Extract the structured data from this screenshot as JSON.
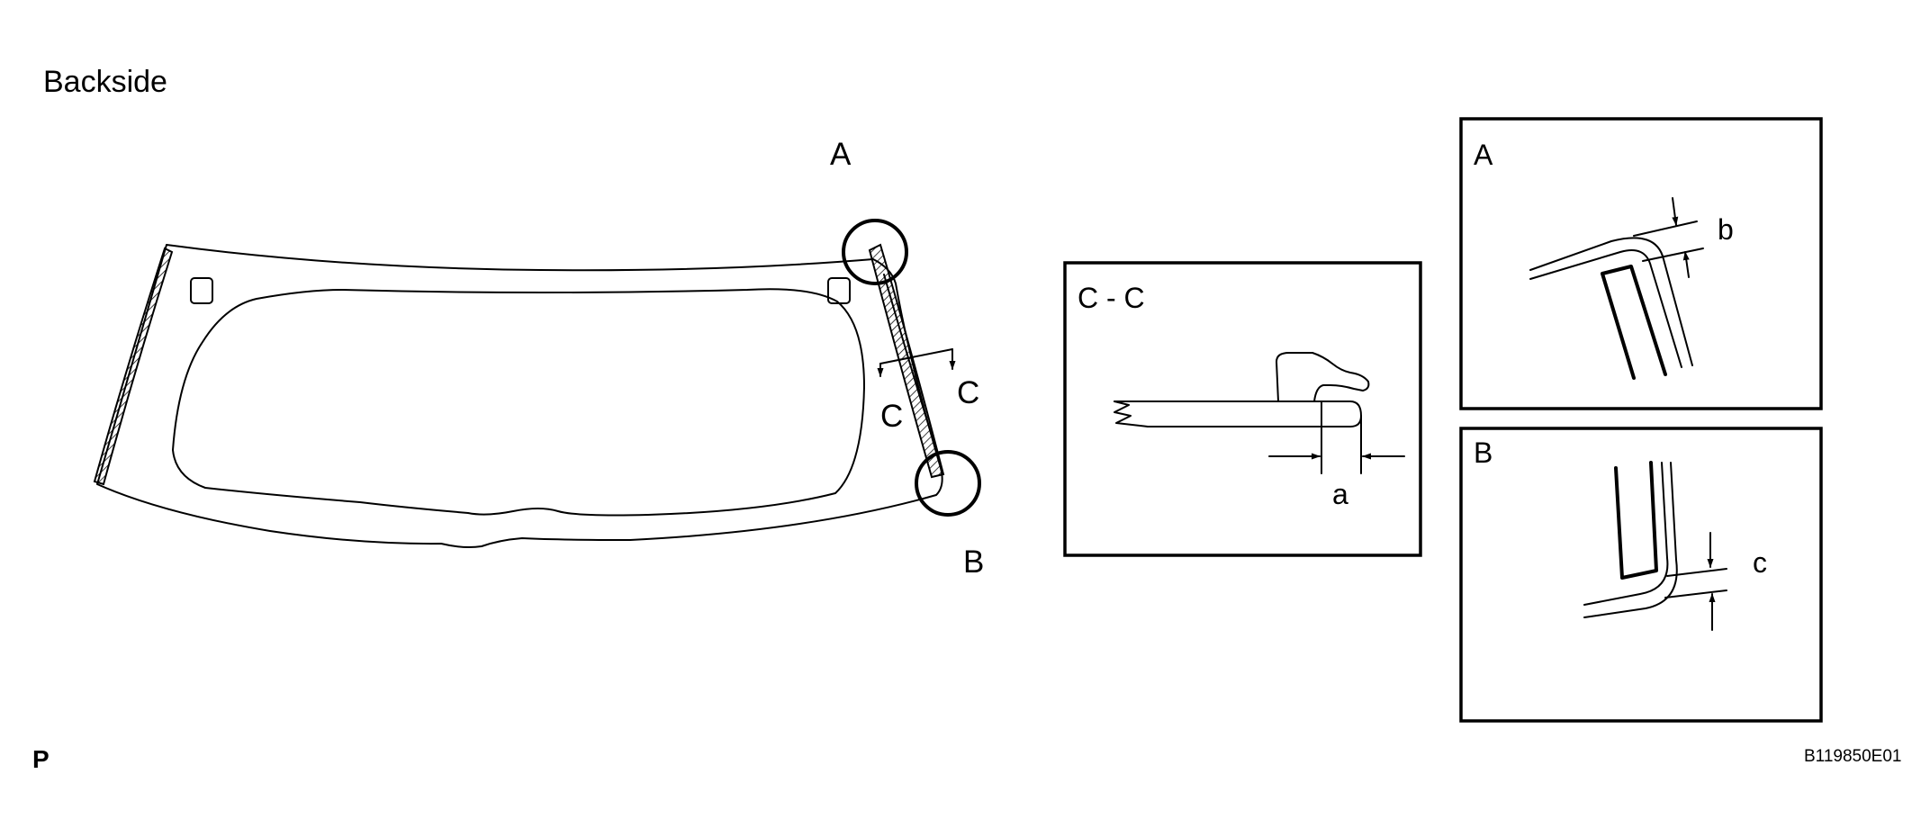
{
  "title": "Backside",
  "corner_mark": "P",
  "figure_code": "B119850E01",
  "main_view": {
    "callout_a": "A",
    "callout_b": "B",
    "section_left": "C",
    "section_right": "C"
  },
  "detail_cc": {
    "title": "C - C",
    "dim": "a"
  },
  "detail_a": {
    "title": "A",
    "dim": "b"
  },
  "detail_b": {
    "title": "B",
    "dim": "c"
  }
}
